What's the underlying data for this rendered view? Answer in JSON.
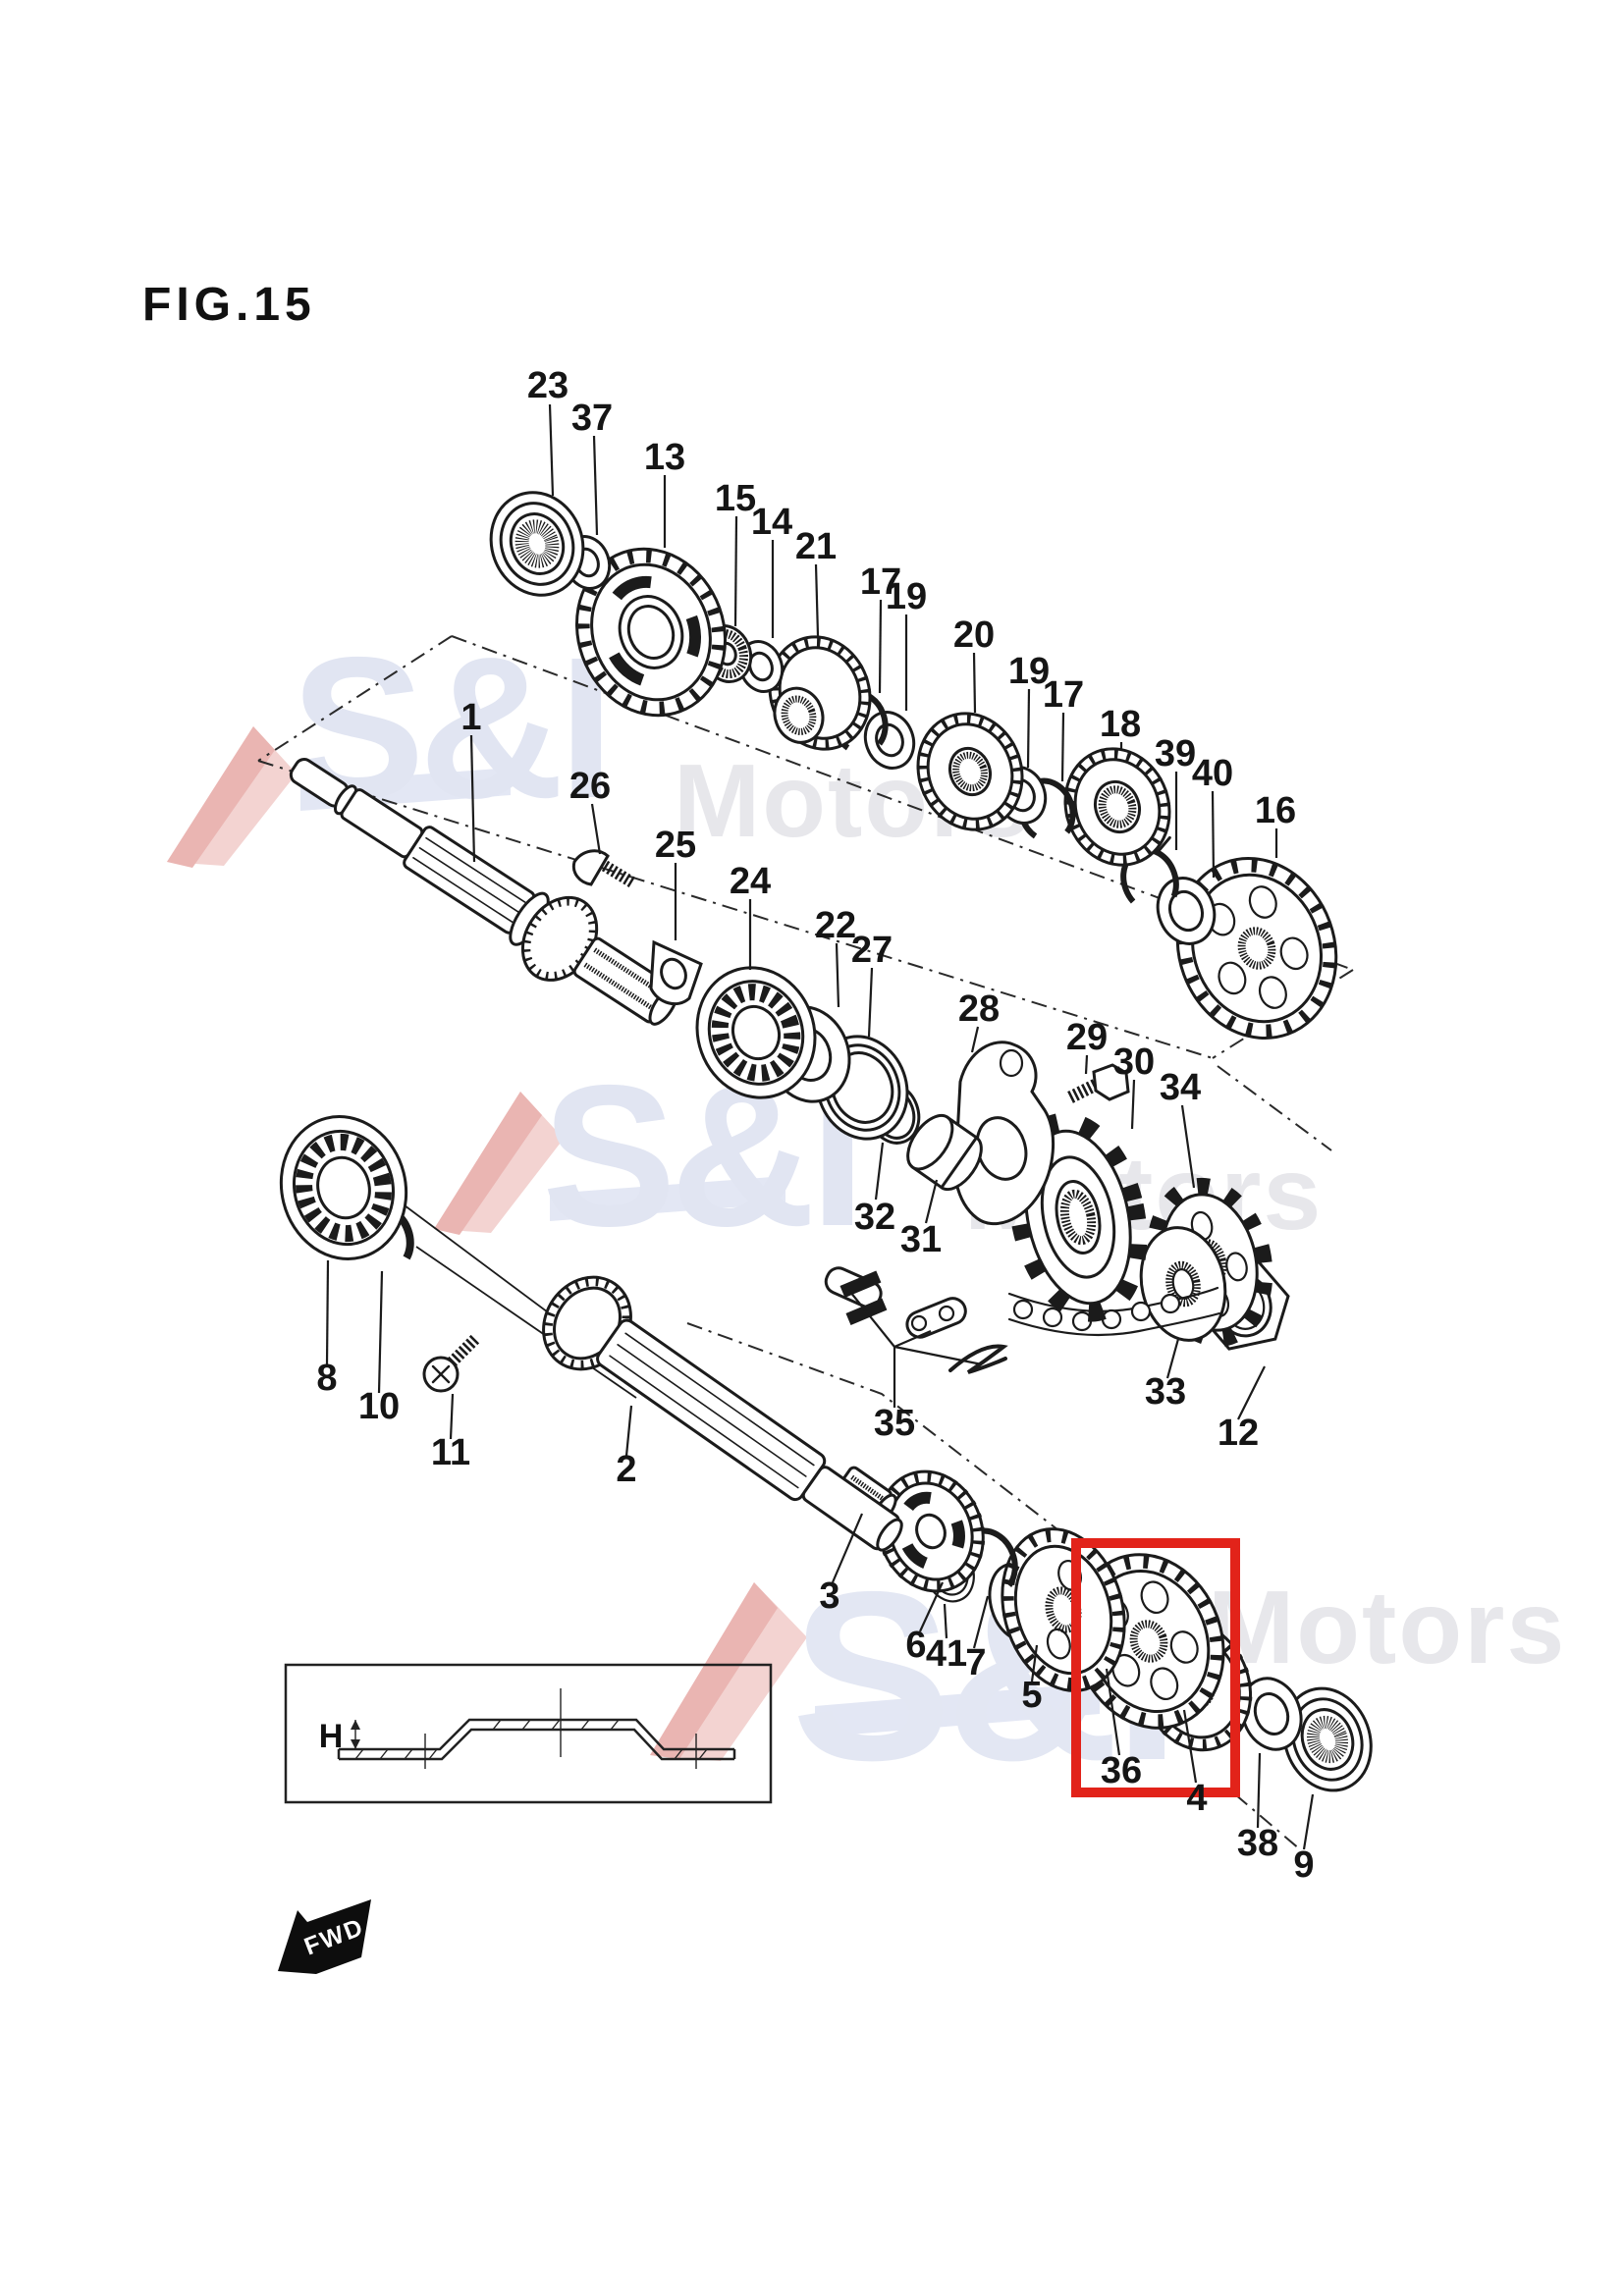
{
  "figure": {
    "title": "FIG.15"
  },
  "watermark": {
    "brand": "S&I",
    "subbrand": "Motors"
  },
  "inset": {
    "dimension_label": "H"
  },
  "fwd": {
    "label": "FWD"
  },
  "colors": {
    "highlight": "#e2231a",
    "line": "#1b1b1b",
    "watermark_blue": "#e1e5f2",
    "watermark_gray": "#e7e7eb",
    "watermark_red": "#f3d3d1"
  },
  "callouts": {
    "c1": "1",
    "c2": "2",
    "c3": "3",
    "c4": "4",
    "c5": "5",
    "c6": "6",
    "c7": "7",
    "c8": "8",
    "c9": "9",
    "c10": "10",
    "c11": "11",
    "c12": "12",
    "c13": "13",
    "c14": "14",
    "c15": "15",
    "c16": "16",
    "c17a": "17",
    "c17b": "17",
    "c18": "18",
    "c19a": "19",
    "c19b": "19",
    "c20": "20",
    "c21": "21",
    "c22": "22",
    "c23": "23",
    "c24": "24",
    "c25": "25",
    "c26": "26",
    "c27": "27",
    "c28": "28",
    "c29": "29",
    "c30": "30",
    "c31": "31",
    "c32": "32",
    "c33": "33",
    "c34": "34",
    "c35": "35",
    "c36": "36",
    "c37": "37",
    "c38": "38",
    "c39": "39",
    "c40": "40",
    "c41": "41"
  }
}
